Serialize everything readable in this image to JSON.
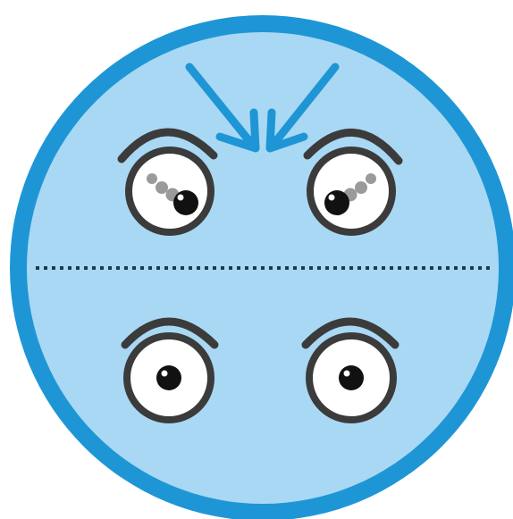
{
  "colors": {
    "background": "#ffffff",
    "ring": "#1e96d6",
    "disc": "#a9d8f4",
    "outline": "#3b3b3b",
    "eye_white": "#ffffff",
    "pupil": "#111111",
    "ghost_pupil": "#9a9a9a",
    "arrow": "#1e96d6",
    "divider": "#1e3a4a"
  },
  "icons": {
    "arrow": "arrow-icon",
    "eye": "eye-icon"
  },
  "top_half": {
    "eye_state": "crossed-inward",
    "arrow_count": 2
  },
  "bottom_half": {
    "eye_state": "looking-straight"
  },
  "divider_style": "dotted"
}
